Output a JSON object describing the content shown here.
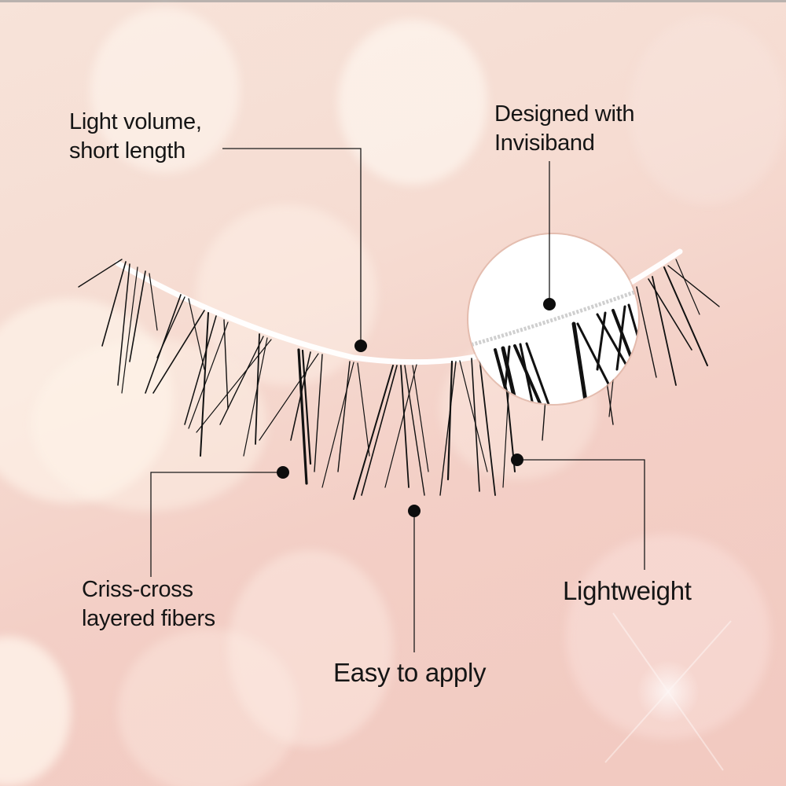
{
  "image": {
    "type": "product-feature-infographic",
    "subject": "false-eyelash-strip",
    "background": {
      "style": "pink-bokeh",
      "colors": [
        "#f7e3d9",
        "#f3cfc6",
        "#f2c9c0"
      ]
    },
    "accent_colors": {
      "text": "#151515",
      "leader_line": "#1a1a1a",
      "dot": "#0d0d0d",
      "band": "#ffffff",
      "magnifier_border": "#d9aa9a"
    }
  },
  "callouts": [
    {
      "id": "light-volume",
      "text": "Light volume,\nshort length"
    },
    {
      "id": "invisiband",
      "text": "Designed with\nInvisiband"
    },
    {
      "id": "criss-cross",
      "text": "Criss-cross\nlayered fibers"
    },
    {
      "id": "easy-apply",
      "text": "Easy to apply"
    },
    {
      "id": "lightweight",
      "text": "Lightweight"
    }
  ],
  "magnifier": {
    "shape": "circle",
    "shows": "invisiband-closeup"
  }
}
